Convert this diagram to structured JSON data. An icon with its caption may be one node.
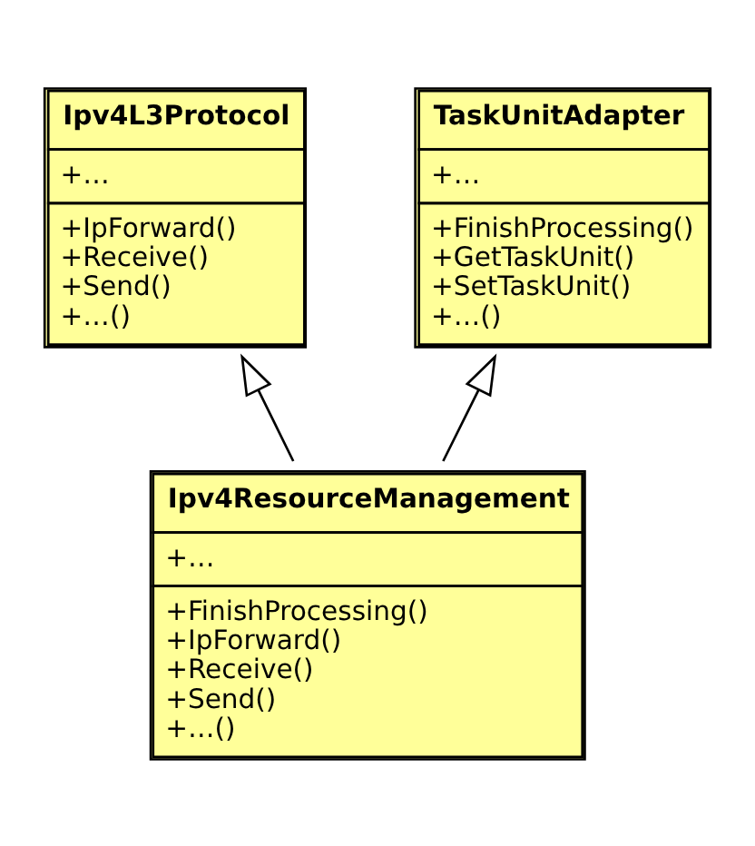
{
  "diagram": {
    "nodes": [
      {
        "text": [
          "Ipv4L3Protocol",
          "+…",
          "+IpForward()",
          "+Receive()",
          "+Send()",
          "+…()"
        ]
      },
      {
        "text": [
          "TaskUnitAdapter",
          "+…",
          "+FinishProcessing()",
          "+GetTaskUnit()",
          "+SetTaskUnit()",
          "+…()"
        ]
      },
      {
        "text": [
          "Ipv4ResourceManagement",
          "+…",
          "+FinishProcessing()",
          "+IpForward()",
          "+Receive()",
          "+Send()",
          "+…()"
        ]
      }
    ],
    "edges": [
      {
        "from": 2,
        "to": 0,
        "arrow": "to"
      },
      {
        "from": 2,
        "to": 1,
        "arrow": "to"
      }
    ]
  }
}
